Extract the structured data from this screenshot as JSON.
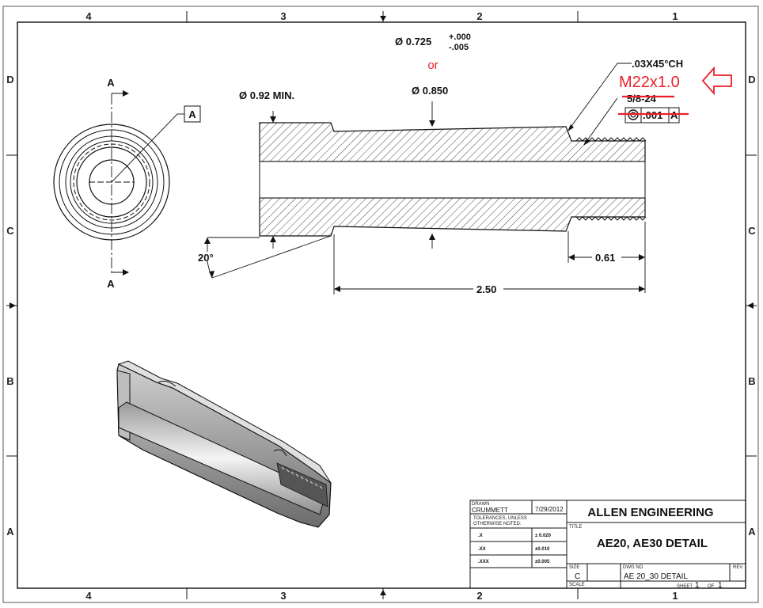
{
  "border": {
    "columns_top": [
      "4",
      "3",
      "2",
      "1"
    ],
    "columns_bottom": [
      "4",
      "3",
      "2",
      "1"
    ],
    "rows_left": [
      "D",
      "C",
      "B",
      "A"
    ],
    "rows_right": [
      "D",
      "C",
      "B",
      "A"
    ]
  },
  "views": {
    "section_label": "A",
    "datum_label": "A"
  },
  "dimensions": {
    "tol_dia": "Ø 0.725",
    "tol_plus": "+.000",
    "tol_minus": "-.005",
    "or_text": "or",
    "dia_min": "Ø 0.92 MIN.",
    "dia_850": "Ø 0.850",
    "chamfer": ".03X45°CH",
    "thread_old": "5/8-24",
    "fcf_value": ".001",
    "fcf_datum": "A",
    "angle": "20°",
    "len_061": "0.61",
    "len_250": "2.50"
  },
  "markup": {
    "thread_new": "M22x1.0",
    "color": "#e8202a"
  },
  "title_block": {
    "drawn_label": "DRAWN",
    "drawn_by": "CRUMMETT",
    "date": "7/29/2012",
    "tol_note_1": "TOLERANCES, UNLESS",
    "tol_note_2": "OTHERWISE NOTED:",
    "tol_rows": [
      {
        "places": ".X",
        "tol": "± 0.020"
      },
      {
        "places": ".XX",
        "tol": "±0.010"
      },
      {
        "places": ".XXX",
        "tol": "±0.005"
      }
    ],
    "company": "ALLEN ENGINEERING",
    "title_label": "TITLE",
    "title": "AE20, AE30 DETAIL",
    "size_label": "SIZE",
    "size": "C",
    "dwg_label": "DWG NO",
    "dwg_no": "AE 20_30 DETAIL",
    "rev_label": "REV",
    "scale_label": "SCALE",
    "sheet_label": "SHEET",
    "sheet": "1",
    "of_label": "OF",
    "of": "1"
  }
}
